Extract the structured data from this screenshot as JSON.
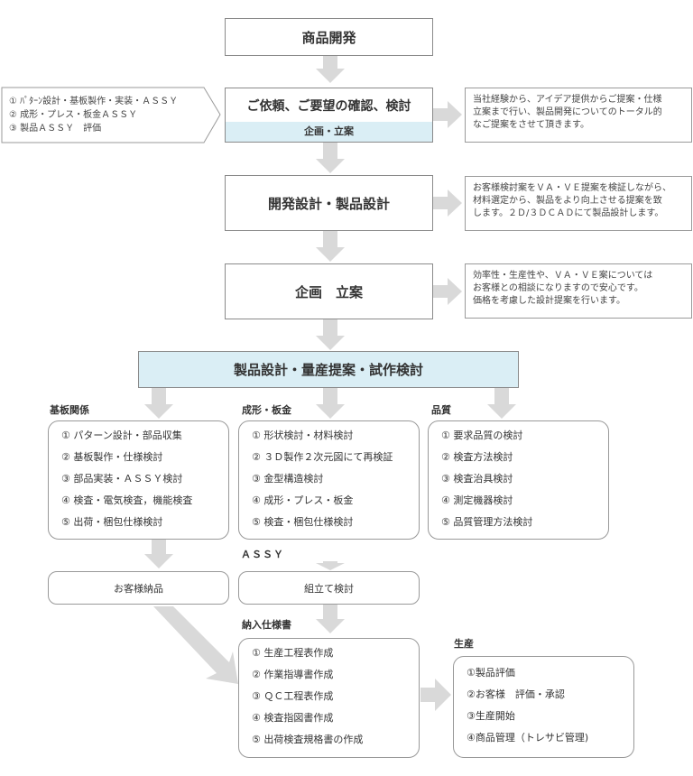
{
  "flow": {
    "step1": "商品開発",
    "step2": "ご依頼、ご要望の確認、検討",
    "step2_sub": "企画・立案",
    "step3": "開発設計・製品設計",
    "step4": "企画　立案",
    "step5": "製品設計・量産提案・試作検討"
  },
  "left_note": [
    "① ﾊﾟﾀｰﾝ設計・基板製作・実装・ＡＳＳＹ",
    "② 成形・プレス・板金ＡＳＳＹ",
    "③ 製品ＡＳＳＹ　評価"
  ],
  "notes": {
    "note1": [
      "当社経験から、アイデア提供からご提案・仕様",
      "立案まで行い、製品開発についてのトータル的",
      "なご提案をさせて頂きます。"
    ],
    "note2": [
      "お客様検討案をＶＡ・ＶＥ提案を検証しながら、",
      "材料選定から、製品をより向上させる提案を致",
      "します。２Ｄ/３ＤＣＡＤにて製品設計します。"
    ],
    "note3": [
      "効率性・生産性や、ＶＡ・ＶＥ案については",
      "お客様との相談になりますので安心です。",
      "価格を考慮した設計提案を行います。"
    ]
  },
  "columns": {
    "kiban": {
      "label": "基板関係",
      "items": [
        "① パターン設計・部品収集",
        "② 基板製作・仕様検討",
        "③ 部品実装・ＡＳＳＹ検討",
        "④ 検査・電気検査，機能検査",
        "⑤ 出荷・梱包仕様検討"
      ]
    },
    "seikei": {
      "label": "成形・板金",
      "items": [
        "① 形状検討・材料検討",
        "② ３Ｄ製作２次元図にて再検証",
        "③ 金型構造検討",
        "④ 成形・プレス・板金",
        "⑤ 検査・梱包仕様検討"
      ]
    },
    "hinshitsu": {
      "label": "品質",
      "items": [
        "① 要求品質の検討",
        "② 検査方法検討",
        "③ 検査治具検討",
        "④ 測定機器検討",
        "⑤ 品質管理方法検討"
      ]
    }
  },
  "assy_label": "ＡＳＳＹ",
  "delivery": "お客様納品",
  "assembly": "組立て検討",
  "spec": {
    "label": "納入仕様書",
    "items": [
      "① 生産工程表作成",
      "② 作業指導書作成",
      "③ ＱＣ工程表作成",
      "④ 検査指図書作成",
      "⑤ 出荷検査規格書の作成"
    ]
  },
  "production": {
    "label": "生産",
    "items": [
      "①製品評価",
      "②お客様　評価・承認",
      "③生産開始",
      "④商品管理（トレサビ管理)"
    ]
  },
  "colors": {
    "arrow": "#d9d9d9",
    "highlight": "#daeef5",
    "border": "#8a8a8a"
  }
}
